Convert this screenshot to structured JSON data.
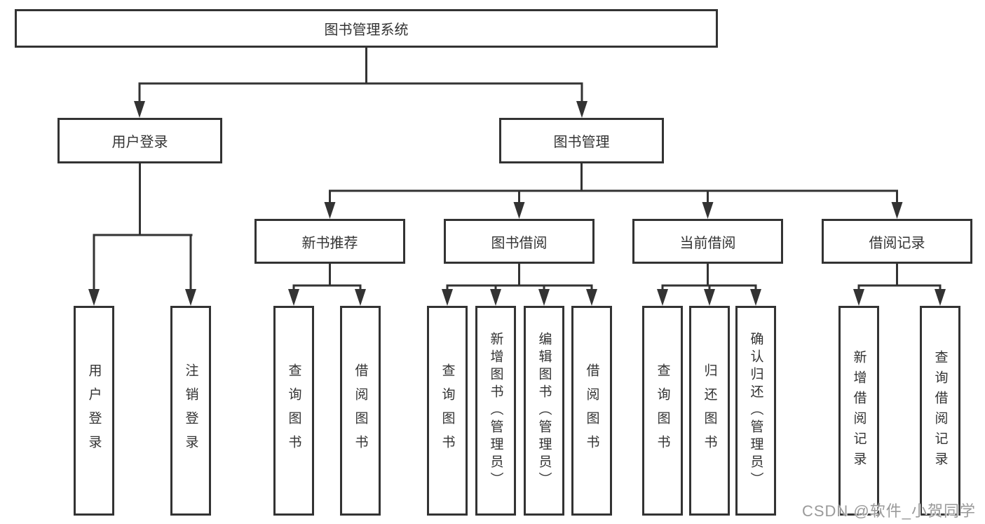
{
  "tree": {
    "root": {
      "label": "图书管理系统",
      "children": [
        {
          "label": "用户登录",
          "children": [
            {
              "label": "用户登录"
            },
            {
              "label": "注销登录"
            }
          ]
        },
        {
          "label": "图书管理",
          "children": [
            {
              "label": "新书推荐",
              "children": [
                {
                  "label": "查询图书"
                },
                {
                  "label": "借阅图书"
                }
              ]
            },
            {
              "label": "图书借阅",
              "children": [
                {
                  "label": "查询图书"
                },
                {
                  "label": "新增图书（管理员）"
                },
                {
                  "label": "编辑图书（管理员）"
                },
                {
                  "label": "借阅图书"
                }
              ]
            },
            {
              "label": "当前借阅",
              "children": [
                {
                  "label": "查询图书"
                },
                {
                  "label": "归还图书"
                },
                {
                  "label": "确认归还（管理员）"
                }
              ]
            },
            {
              "label": "借阅记录",
              "children": [
                {
                  "label": "新增借阅记录"
                },
                {
                  "label": "查询借阅记录"
                }
              ]
            }
          ]
        }
      ]
    }
  },
  "watermark": {
    "text": "CSDN @软件_小贺同学"
  },
  "colors": {
    "line": "#333333",
    "box_border": "#333333",
    "box_fill": "#ffffff",
    "text": "#333333",
    "watermark": "#9a9a9a",
    "background": "#ffffff"
  }
}
